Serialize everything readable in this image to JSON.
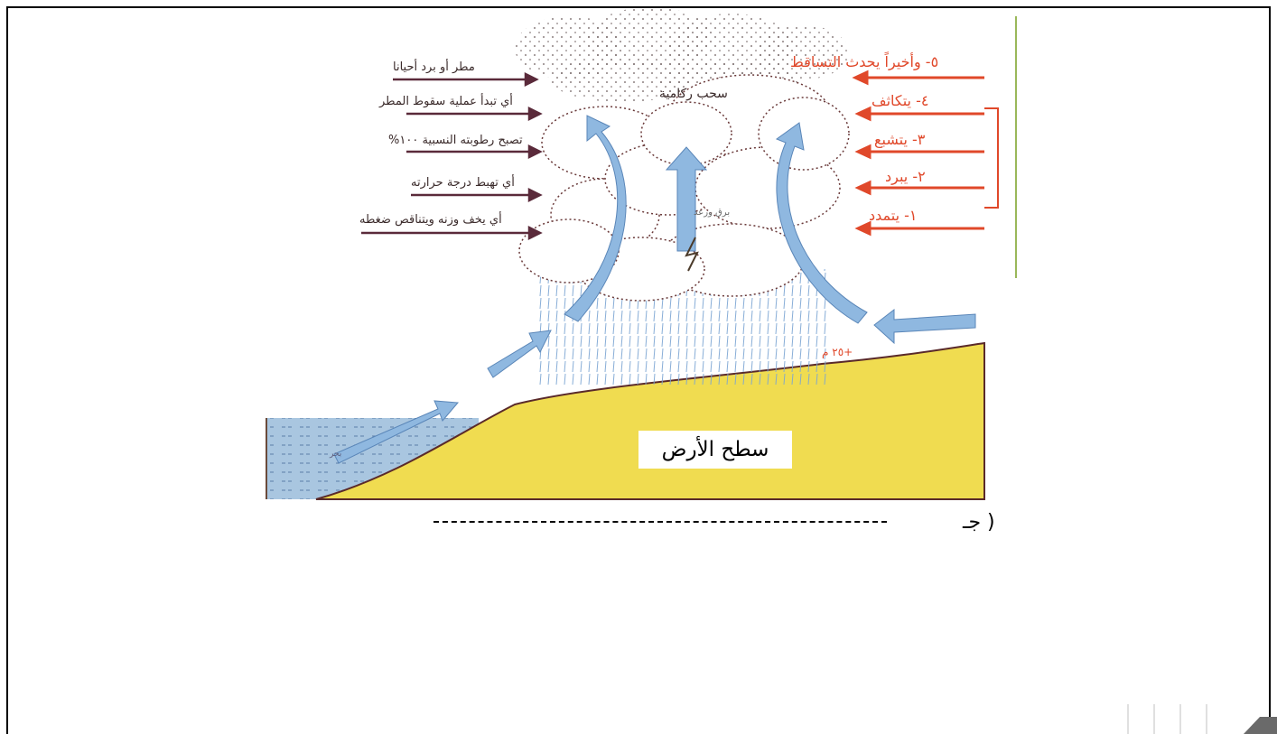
{
  "left_labels": [
    "مطر أو برد أحيانا",
    "أي تبدأ عملية سقوط المطر",
    "تصبح رطوبته النسبية ١٠٠%",
    "أي تهبط درجة حرارته",
    "أي يخف وزنه ويتناقص ضغطه"
  ],
  "right_labels": [
    "٥- وأخيراً يحدث التساقط",
    "٤- يتكاثف",
    "٣- يتشبع",
    "٢- يبرد",
    "١- يتمدد"
  ],
  "cloud_label": "سحب ركامية",
  "thunder_label": "برق ورعد",
  "sea_label": "بحر",
  "temperature_label": "+٢٥ م",
  "ground_label": "سطح الأرض",
  "question_marker": "جـ )",
  "colors": {
    "ground": "#f0dc50",
    "sea": "#a9c6e0",
    "arrow": "#8fb8e0",
    "right_text": "#e0482a"
  },
  "icons": [
    "lightning-icon",
    "slide-nav-icon"
  ]
}
